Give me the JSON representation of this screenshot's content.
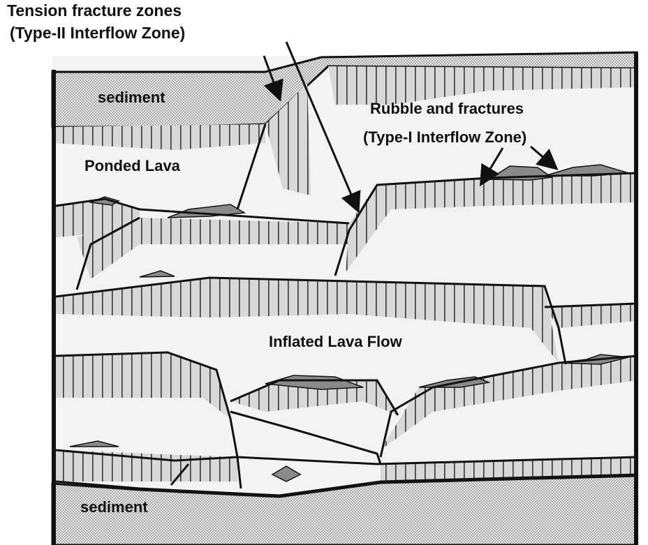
{
  "title_line1": "Tension fracture zones",
  "title_line2": "(Type-II Interflow Zone)",
  "labels": {
    "sediment_top": "sediment",
    "rubble_line1": "Rubble and fractures",
    "rubble_line2": "(Type-I Interflow Zone)",
    "ponded_lava": "Ponded Lava",
    "inflated_lava": "Inflated Lava Flow",
    "sediment_bottom": "sediment"
  },
  "colors": {
    "sediment": "#d8d8d8",
    "lava": "#f2f2f2",
    "fracture_zone": "#d9d9d9",
    "rubble": "#8a8a8a",
    "line": "#111111"
  }
}
